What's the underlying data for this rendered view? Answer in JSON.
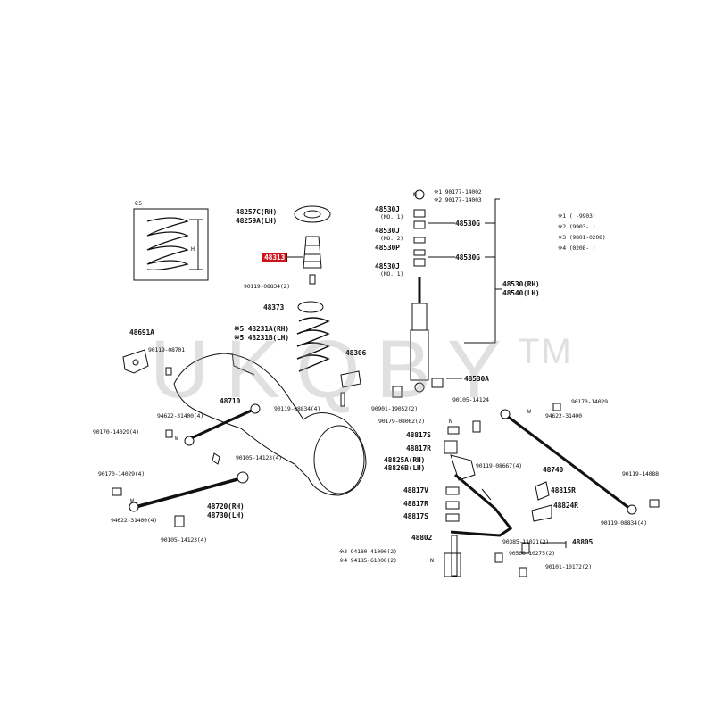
{
  "watermark": {
    "text": "UKQBY",
    "mark": "TM"
  },
  "inset": {
    "note": "※5",
    "dim": "H"
  },
  "labels": {
    "p48257c": "48257C(RH)",
    "p48259a": "48259A(LH)",
    "p48313": "48313",
    "p90119_08834_a": "90119-08834(2)",
    "p48373": "48373",
    "p48231a": "※5 48231A(RH)",
    "p48231b": "※5 48231B(LH)",
    "p48691a": "48691A",
    "p90119_08701": "90119-08701",
    "p48306": "48306",
    "p90119_08834_b": "90119-08834(4)",
    "p48710": "48710",
    "p94622_31400_a": "94622-31400(4)",
    "p90170_14029_a": "90170-14029(4)",
    "p90105_14123_a": "90105-14123(4)",
    "p90170_14029_b": "90170-14029(4)",
    "p48720": "48720(RH)",
    "p48730": "48730(LH)",
    "p94622_31400_b": "94622-31400(4)",
    "p90105_14123_b": "90105-14123(4)",
    "p48530j_1": "48530J",
    "p48530j_1n": "(NO. 1)",
    "p48530j_2": "48530J",
    "p48530j_2n": "(NO. 2)",
    "p48530p": "48530P",
    "p48530j_3": "48530J",
    "p48530j_3n": "(NO. 1)",
    "p48530g_a": "48530G",
    "p48530g_b": "48530G",
    "p90177_14002": "※1 90177-14002",
    "p90177_14003": "※2 90177-14003",
    "p48530": "48530(RH)",
    "p48540": "48540(LH)",
    "p48530a": "48530A",
    "p90901_19052": "90901-19052(2)",
    "p90179_08062": "90179-08062(2)",
    "p90105_14124": "90105-14124",
    "p48817s_a": "48817S",
    "p48817r_a": "48817R",
    "p48825a": "48825A(RH)",
    "p48826b": "48826B(LH)",
    "p90119_08667": "90119-08667(4)",
    "p48740": "48740",
    "p48817v": "48817V",
    "p48817r_b": "48817R",
    "p48817s_b": "48817S",
    "p48815r": "48815R",
    "p48824r": "48824R",
    "p90119_08834_c": "90119-08834(4)",
    "p90170_14029_c": "90170-14029",
    "p94622_31400_c": "94622-31400",
    "p90119_14088": "90119-14088",
    "p48802": "48802",
    "p90385_11021": "90385-11021(2)",
    "p48805": "48805",
    "p90560_10275": "90560-10275(2)",
    "p94180_41000": "※3 94180-41000(2)",
    "p94185_61000": "※4 94185-61000(2)",
    "p90101_10172": "90101-10172(2)"
  },
  "legend": [
    {
      "mark": "※1",
      "range": "(      -9903)"
    },
    {
      "mark": "※2",
      "range": "(9903-      )"
    },
    {
      "mark": "※3",
      "range": "(9801-0208)"
    },
    {
      "mark": "※4",
      "range": "(0208-      )"
    }
  ],
  "symbols": {
    "n": "N",
    "w": "W"
  }
}
